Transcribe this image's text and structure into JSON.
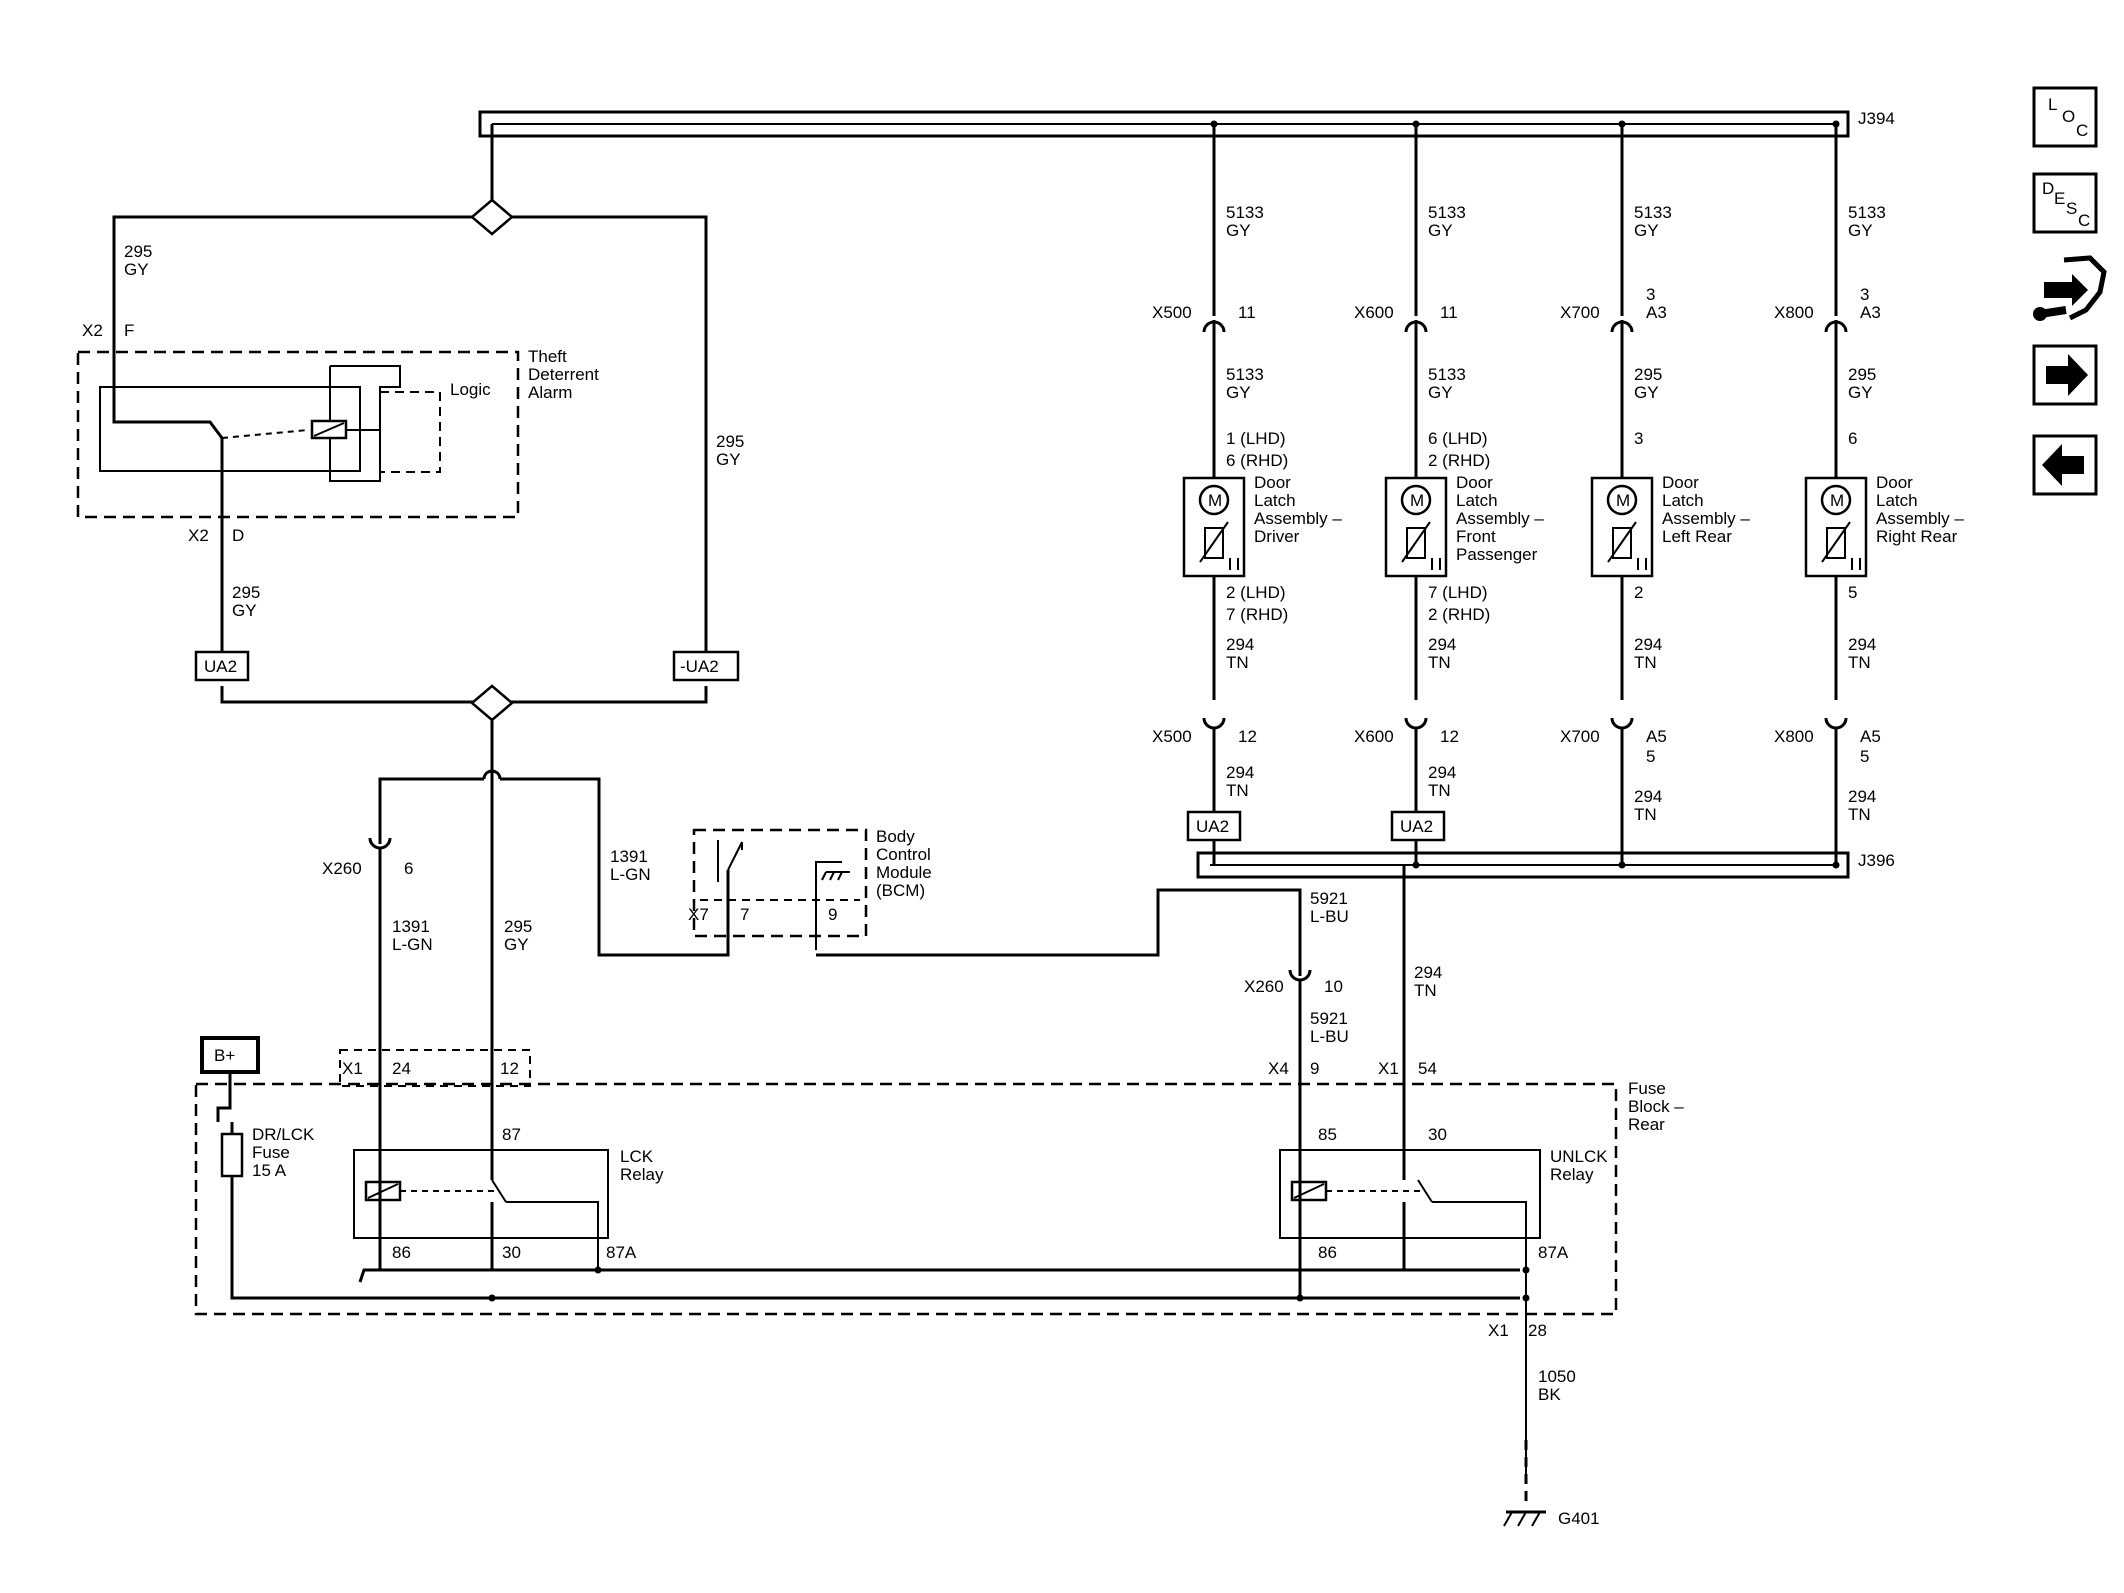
{
  "harness": {
    "top_connector": "J394",
    "bottom_connector": "J396"
  },
  "tda": {
    "title": [
      "Theft",
      "Deterrent",
      "Alarm"
    ],
    "logic": "Logic",
    "pin_top_conn": "X2",
    "pin_top": "F",
    "pin_bot_conn": "X2",
    "pin_bot": "D"
  },
  "wires": {
    "w295_top": [
      "295",
      "GY"
    ],
    "w295_right": [
      "295",
      "GY"
    ],
    "w295_left": [
      "295",
      "GY"
    ],
    "w295_mid": [
      "295",
      "GY"
    ],
    "w1391_left": [
      "1391",
      "L-GN"
    ],
    "w1391_bcm": [
      "1391",
      "L-GN"
    ],
    "w5921_a": [
      "5921",
      "L-BU"
    ],
    "w5921_b": [
      "5921",
      "L-BU"
    ],
    "w294_unlck": [
      "294",
      "TN"
    ],
    "w1050": [
      "1050",
      "BK"
    ]
  },
  "splices": {
    "ua2_left": "UA2",
    "ua2_right": "-UA2"
  },
  "doors": [
    {
      "top_wire": [
        "5133",
        "GY"
      ],
      "conn": "X500",
      "pin_top": [
        "11"
      ],
      "mid_wire": [
        "5133",
        "GY"
      ],
      "pin_a": [
        "1 (LHD)",
        "6 (RHD)"
      ],
      "label": [
        "Door",
        "Latch",
        "Assembly –",
        "Driver"
      ],
      "pin_b": [
        "2 (LHD)",
        "7 (RHD)"
      ],
      "low_wire": [
        "294",
        "TN"
      ],
      "conn2": "X500",
      "pin_bot": [
        "12"
      ],
      "bot_wire": [
        "294",
        "TN"
      ],
      "splice": "UA2"
    },
    {
      "top_wire": [
        "5133",
        "GY"
      ],
      "conn": "X600",
      "pin_top": [
        "11"
      ],
      "mid_wire": [
        "5133",
        "GY"
      ],
      "pin_a": [
        "6 (LHD)",
        "2 (RHD)"
      ],
      "label": [
        "Door",
        "Latch",
        "Assembly –",
        "Front",
        "Passenger"
      ],
      "pin_b": [
        "7 (LHD)",
        "2 (RHD)"
      ],
      "low_wire": [
        "294",
        "TN"
      ],
      "conn2": "X600",
      "pin_bot": [
        "12"
      ],
      "bot_wire": [
        "294",
        "TN"
      ],
      "splice": "UA2"
    },
    {
      "top_wire": [
        "5133",
        "GY"
      ],
      "conn": "X700",
      "pin_top": [
        "3",
        "A3"
      ],
      "mid_wire": [
        "295",
        "GY"
      ],
      "pin_a": [
        "3"
      ],
      "label": [
        "Door",
        "Latch",
        "Assembly –",
        "Left Rear"
      ],
      "pin_b": [
        "2"
      ],
      "low_wire": [
        "294",
        "TN"
      ],
      "conn2": "X700",
      "pin_bot": [
        "A5",
        "5"
      ],
      "bot_wire": [
        "294",
        "TN"
      ],
      "splice": ""
    },
    {
      "top_wire": [
        "5133",
        "GY"
      ],
      "conn": "X800",
      "pin_top": [
        "3",
        "A3"
      ],
      "mid_wire": [
        "295",
        "GY"
      ],
      "pin_a": [
        "6"
      ],
      "label": [
        "Door",
        "Latch",
        "Assembly –",
        "Right Rear"
      ],
      "pin_b": [
        "5"
      ],
      "low_wire": [
        "294",
        "TN"
      ],
      "conn2": "X800",
      "pin_bot": [
        "A5",
        "5"
      ],
      "bot_wire": [
        "294",
        "TN"
      ],
      "splice": ""
    }
  ],
  "motor_symbol": "M",
  "bcm": {
    "title": [
      "Body",
      "Control",
      "Module",
      "(BCM)"
    ],
    "conn": "X7",
    "pin_a": "7",
    "pin_b": "9"
  },
  "x260": {
    "left_conn": "X260",
    "left_pin": "6",
    "right_conn": "X260",
    "right_pin": "10"
  },
  "fuse_block": {
    "title": [
      "Fuse",
      "Block –",
      "Rear"
    ],
    "x1_conn": "X1",
    "x1_pin_a": "24",
    "x1_pin_b": "12",
    "x4_conn": "X4",
    "x4_pin": "9",
    "x1b_conn": "X1",
    "x1b_pin": "54",
    "x1c_conn": "X1",
    "x1c_pin": "28",
    "battery": "B+",
    "fuse": [
      "DR/LCK",
      "Fuse",
      "15 A"
    ]
  },
  "lck_relay": {
    "label": [
      "LCK",
      "Relay"
    ],
    "pin87": "87",
    "pin86": "86",
    "pin30": "30",
    "pin87a": "87A"
  },
  "unlck_relay": {
    "label": [
      "UNLCK",
      "Relay"
    ],
    "pin85": "85",
    "pin30": "30",
    "pin86": "86",
    "pin87a": "87A"
  },
  "ground": "G401",
  "nav": {
    "loc": [
      "L",
      "O",
      "C"
    ],
    "desc": [
      "D",
      "E",
      "S",
      "C"
    ]
  }
}
